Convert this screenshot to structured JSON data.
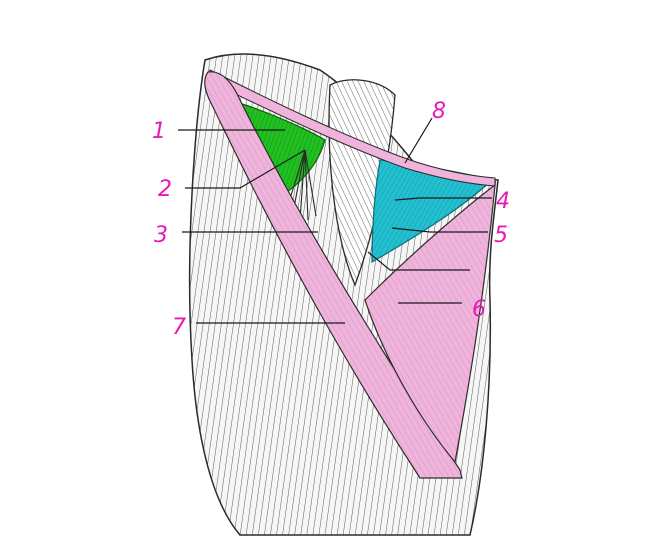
{
  "figure": {
    "labels": [
      "1",
      "2",
      "3",
      "4",
      "5",
      "6",
      "7",
      "8"
    ]
  },
  "colors": {
    "background": "#ffffff",
    "label": "#e61ab4",
    "muscle_lines": "#2a2a2a",
    "green_region": "#20c020",
    "cyan_region": "#22c0d0",
    "pink_band": "#efb3dc"
  }
}
